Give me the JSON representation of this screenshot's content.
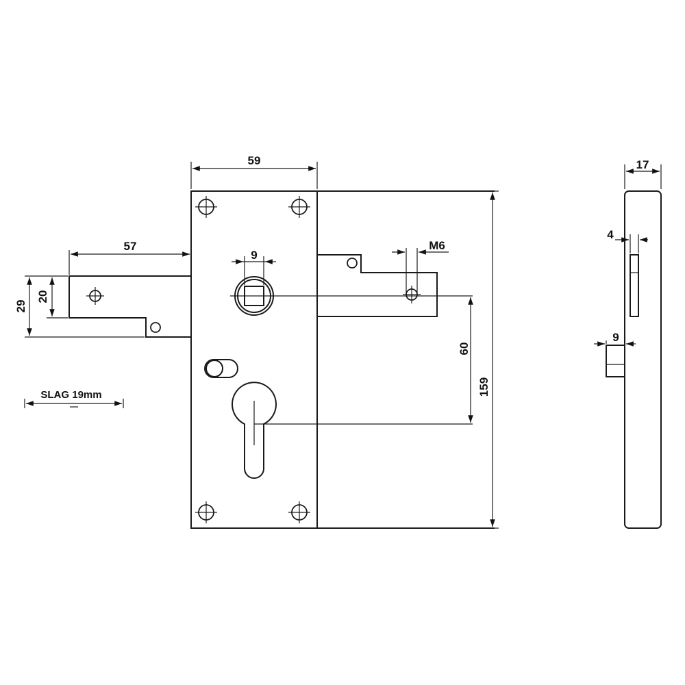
{
  "dimensions": {
    "case_width": "59",
    "backset": "57",
    "height_29": "29",
    "height_20": "20",
    "square_9": "9",
    "thread": "M6",
    "center_distance": "60",
    "case_height": "159",
    "depth": "17",
    "plate_4": "4",
    "bolt_9": "9"
  },
  "note": "SLAG 19mm",
  "colors": {
    "line": "#1a1a1a",
    "background": "#ffffff"
  }
}
